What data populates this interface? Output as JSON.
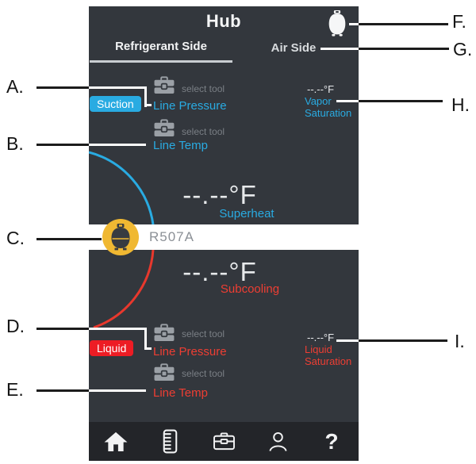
{
  "colors": {
    "app_background": "#33373d",
    "nav_background": "#232529",
    "accent_cyan": "#29abe2",
    "accent_red": "#ed1c24",
    "red_text": "#ee3e33",
    "tank_yellow": "#f0b832",
    "white_text": "#f5f6f7",
    "gray_hint": "#7a7f85",
    "band_text": "#8b9096"
  },
  "callouts": {
    "a": "A.",
    "b": "B.",
    "c": "C.",
    "d": "D.",
    "e": "E.",
    "f": "F.",
    "g": "G.",
    "h": "H.",
    "i": "I."
  },
  "app": {
    "header": {
      "title": "Hub",
      "icon": "refrigerant-tank-icon"
    },
    "tabs": [
      {
        "label": "Refrigerant Side",
        "active": true
      },
      {
        "label": "Air Side",
        "active": false
      }
    ],
    "suction": {
      "badge": "Suction",
      "pressure_row": {
        "icon": "toolbox-icon",
        "hint": "select tool",
        "label": "Line Pressure"
      },
      "temp_row": {
        "icon": "toolbox-icon",
        "hint": "select tool",
        "label": "Line Temp"
      },
      "saturation": {
        "value": "--.--°F",
        "name_line1": "Vapor",
        "name_line2": "Saturation"
      }
    },
    "superheat": {
      "value": "--.--°F",
      "label": "Superheat"
    },
    "refrigerant": {
      "name": "R507A",
      "icon": "refrigerant-tank-icon"
    },
    "subcooling": {
      "value": "--.--°F",
      "label": "Subcooling"
    },
    "liquid": {
      "badge": "Liquid",
      "pressure_row": {
        "icon": "toolbox-icon",
        "hint": "select tool",
        "label": "Line Pressure"
      },
      "temp_row": {
        "icon": "toolbox-icon",
        "hint": "select tool",
        "label": "Line Temp"
      },
      "saturation": {
        "value": "--.--°F",
        "name_line1": "Liquid",
        "name_line2": "Saturation"
      }
    },
    "nav": {
      "items": [
        "home",
        "job-log",
        "toolbox",
        "account",
        "help"
      ],
      "help_label": "?"
    }
  }
}
